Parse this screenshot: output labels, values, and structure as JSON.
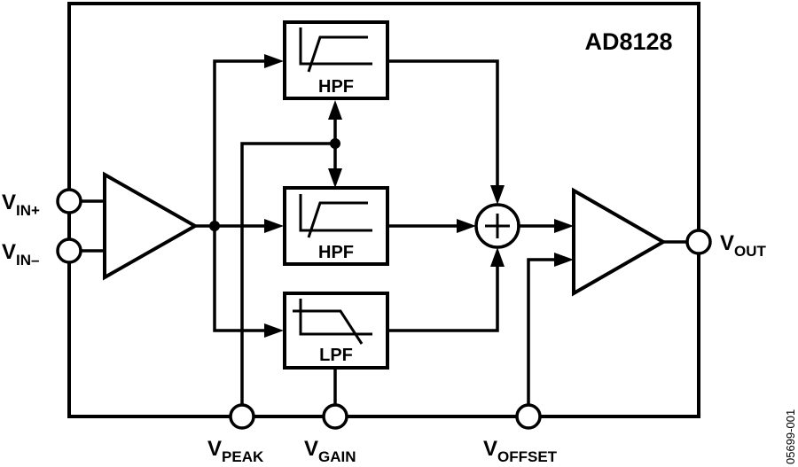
{
  "diagram": {
    "part_number": "AD8128",
    "figure_id": "05699-001",
    "blocks": {
      "hpf_top": {
        "label": "HPF",
        "type": "high-pass-filter"
      },
      "hpf_mid": {
        "label": "HPF",
        "type": "high-pass-filter"
      },
      "lpf": {
        "label": "LPF",
        "type": "low-pass-filter"
      },
      "summer": {
        "symbol": "+"
      },
      "input_amp": {
        "type": "differential-amplifier"
      },
      "output_amp": {
        "type": "amplifier"
      }
    },
    "pins": {
      "vin_plus": {
        "main": "V",
        "sub": "IN+"
      },
      "vin_minus": {
        "main": "V",
        "sub": "IN–"
      },
      "vout": {
        "main": "V",
        "sub": "OUT"
      },
      "vpeak": {
        "main": "V",
        "sub": "PEAK"
      },
      "vgain": {
        "main": "V",
        "sub": "GAIN"
      },
      "voffset": {
        "main": "V",
        "sub": "OFFSET"
      }
    },
    "colors": {
      "stroke": "#000000",
      "background": "#ffffff"
    }
  }
}
